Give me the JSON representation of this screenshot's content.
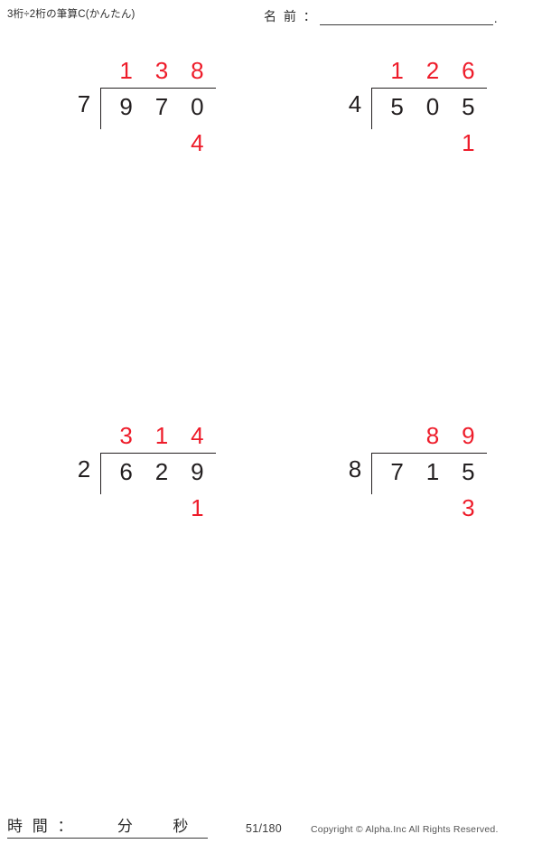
{
  "header": {
    "title": "3桁÷2桁の筆算C(かんたん)",
    "name_label": "名 前 ：",
    "name_value": "",
    "name_trailing_dot": "."
  },
  "worksheet": {
    "columns": 2,
    "rows": 4,
    "accent_color": "#ee1c2a",
    "ink_color": "#231f20",
    "problems": [
      {
        "index": 1,
        "row": 1,
        "col": 1,
        "divisor": "7",
        "dividend": [
          "9",
          "7",
          "0"
        ],
        "quotient": [
          "1",
          "3",
          "8"
        ],
        "remainder": [
          "",
          "",
          "4"
        ],
        "filled": true
      },
      {
        "index": 2,
        "row": 1,
        "col": 2,
        "divisor": "4",
        "dividend": [
          "5",
          "0",
          "5"
        ],
        "quotient": [
          "1",
          "2",
          "6"
        ],
        "remainder": [
          "",
          "",
          "1"
        ],
        "filled": true
      },
      {
        "index": 3,
        "row": 2,
        "col": 1,
        "divisor": "",
        "dividend": [
          "",
          "",
          ""
        ],
        "quotient": [
          "",
          "",
          ""
        ],
        "remainder": [
          "",
          "",
          ""
        ],
        "filled": false
      },
      {
        "index": 4,
        "row": 2,
        "col": 2,
        "divisor": "",
        "dividend": [
          "",
          "",
          ""
        ],
        "quotient": [
          "",
          "",
          ""
        ],
        "remainder": [
          "",
          "",
          ""
        ],
        "filled": false
      },
      {
        "index": 5,
        "row": 3,
        "col": 1,
        "divisor": "2",
        "dividend": [
          "6",
          "2",
          "9"
        ],
        "quotient": [
          "3",
          "1",
          "4"
        ],
        "remainder": [
          "",
          "",
          "1"
        ],
        "filled": true
      },
      {
        "index": 6,
        "row": 3,
        "col": 2,
        "divisor": "8",
        "dividend": [
          "7",
          "1",
          "5"
        ],
        "quotient": [
          "",
          "8",
          "9"
        ],
        "remainder": [
          "",
          "",
          "3"
        ],
        "filled": true
      },
      {
        "index": 7,
        "row": 4,
        "col": 1,
        "divisor": "",
        "dividend": [
          "",
          "",
          ""
        ],
        "quotient": [
          "",
          "",
          ""
        ],
        "remainder": [
          "",
          "",
          ""
        ],
        "filled": false
      },
      {
        "index": 8,
        "row": 4,
        "col": 2,
        "divisor": "",
        "dividend": [
          "",
          "",
          ""
        ],
        "quotient": [
          "",
          "",
          ""
        ],
        "remainder": [
          "",
          "",
          ""
        ],
        "filled": false
      }
    ]
  },
  "footer": {
    "time_label": "時 間 ：",
    "minutes_unit": "分",
    "seconds_unit": "秒",
    "page": "51/180",
    "copyright": "Copyright © Alpha.Inc All Rights Reserved."
  }
}
